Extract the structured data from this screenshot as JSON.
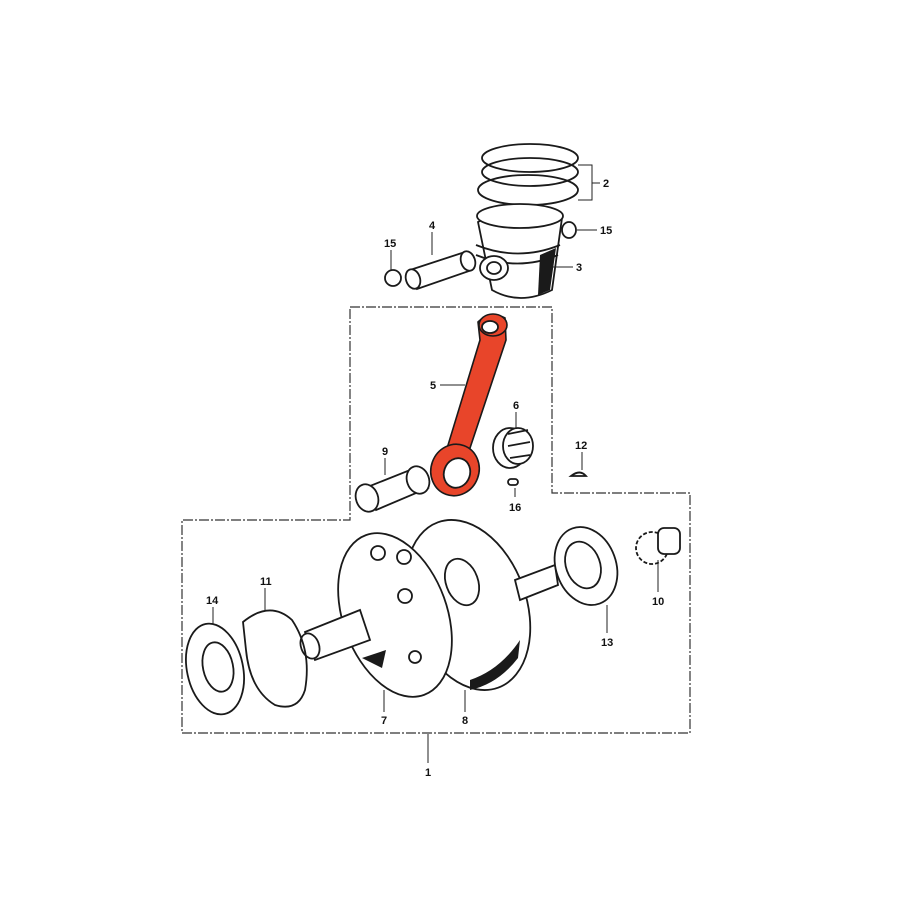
{
  "diagram": {
    "type": "exploded-parts-diagram",
    "highlight_color": "#e8452a",
    "highlighted_part": "5",
    "parts": [
      {
        "id": "p1",
        "number": "1",
        "name": "crankshaft-assembly"
      },
      {
        "id": "p2",
        "number": "2",
        "name": "piston-rings"
      },
      {
        "id": "p3",
        "number": "3",
        "name": "piston"
      },
      {
        "id": "p4",
        "number": "4",
        "name": "piston-pin"
      },
      {
        "id": "p5",
        "number": "5",
        "name": "connecting-rod"
      },
      {
        "id": "p6",
        "number": "6",
        "name": "needle-bearing"
      },
      {
        "id": "p7",
        "number": "7",
        "name": "left-flywheel"
      },
      {
        "id": "p8",
        "number": "8",
        "name": "right-flywheel"
      },
      {
        "id": "p9",
        "number": "9",
        "name": "crank-pin"
      },
      {
        "id": "p10",
        "number": "10",
        "name": "sprocket"
      },
      {
        "id": "p11",
        "number": "11",
        "name": "bearing-set-plate"
      },
      {
        "id": "p12",
        "number": "12",
        "name": "woodruff-key"
      },
      {
        "id": "p13",
        "number": "13",
        "name": "right-ball-bearing"
      },
      {
        "id": "p14",
        "number": "14",
        "name": "left-ball-bearing"
      },
      {
        "id": "p15a",
        "number": "15",
        "name": "piston-pin-clip-left"
      },
      {
        "id": "p15b",
        "number": "15",
        "name": "piston-pin-clip-right"
      },
      {
        "id": "p16",
        "number": "16",
        "name": "pin"
      }
    ]
  },
  "labels": {
    "l1": "1",
    "l2": "2",
    "l3": "3",
    "l4": "4",
    "l5": "5",
    "l6": "6",
    "l7": "7",
    "l8": "8",
    "l9": "9",
    "l10": "10",
    "l11": "11",
    "l12": "12",
    "l13": "13",
    "l14": "14",
    "l15a": "15",
    "l15b": "15",
    "l16": "16"
  }
}
